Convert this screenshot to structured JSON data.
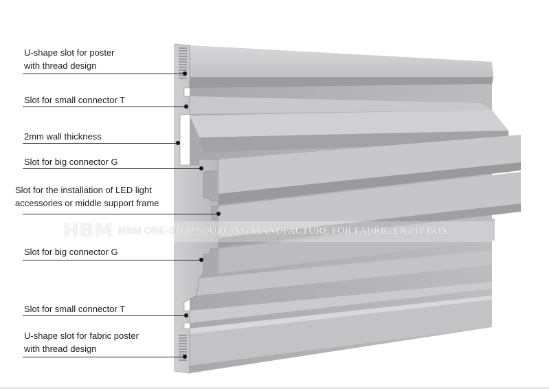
{
  "labels": [
    {
      "line1": "U-shape slot for poster",
      "line2": "with thread design"
    },
    {
      "line1": "Slot for small connector T"
    },
    {
      "line1": "2mm wall thickness"
    },
    {
      "line1": "Slot for big connector G"
    },
    {
      "line1": "Slot for the installation of LED light",
      "line2": "accessories or middle support frame"
    },
    {
      "line1": "Slot for big connector G"
    },
    {
      "line1": "Slot for small connector T"
    },
    {
      "line1": "U-shape slot for fabric poster",
      "line2": "with thread design"
    }
  ],
  "watermark": {
    "logo": "HBM",
    "text": "HBM ONE-STOP SOURCING MANUFACTURE FOR FABRIC LIGHT BOX"
  },
  "colors": {
    "aluminum_face": "#b4b4b6",
    "aluminum_dark": "#8f8f92",
    "aluminum_light": "#d2d2d4",
    "leader": "#222222"
  }
}
